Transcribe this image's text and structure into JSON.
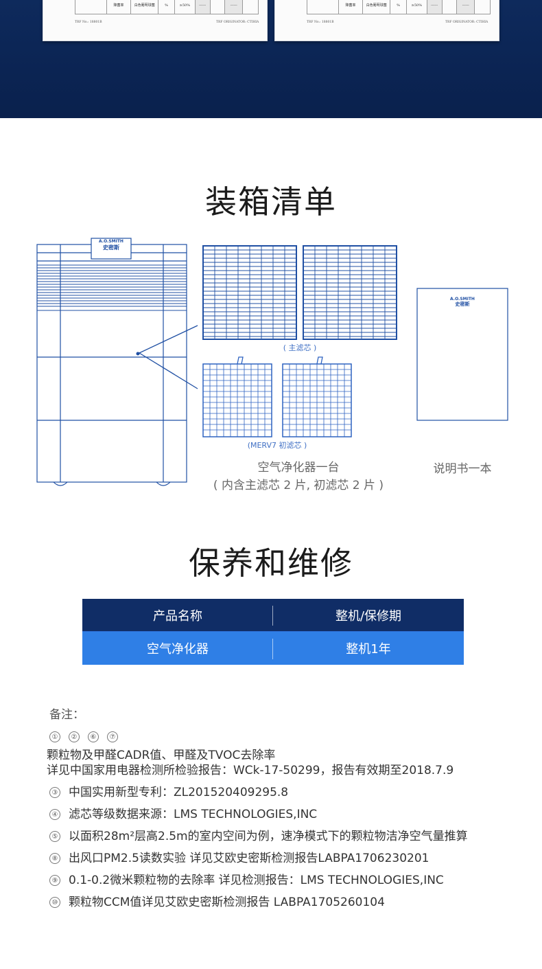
{
  "certificates": [
    {
      "cells": [
        "",
        "降菌率",
        "白色葡萄球菌",
        "%",
        "≥50%",
        "------",
        "",
        "------",
        ""
      ],
      "footer_left": "TRF No.: 18801B",
      "footer_right": "TRF ORIGINATOR: CTIHIA"
    },
    {
      "cells": [
        "",
        "降菌率",
        "白色葡萄球菌",
        "%",
        "≥50%",
        "------",
        "",
        "------",
        ""
      ],
      "footer_left": "TRF No.: 18801B",
      "footer_right": "TRF ORIGINATOR: CTIHIA"
    }
  ],
  "packing": {
    "title": "装箱清单",
    "brand_en": "A.O.SMITH",
    "brand_cn": "史密斯",
    "main_filter_caption": "( 主滤芯 )",
    "pre_filter_caption": "(MERV7 初滤芯 )",
    "purifier_label": "空气净化器一台",
    "purifier_sub": "( 内含主滤芯 2 片, 初滤芯 2 片 )",
    "manual_label": "说明书一本"
  },
  "maintenance": {
    "title": "保养和维修",
    "headers": [
      "产品名称",
      "整机/保修期"
    ],
    "rows": [
      [
        "空气净化器",
        "整机1年"
      ]
    ]
  },
  "notes": {
    "title": "备注：",
    "marks": [
      "①",
      "②",
      "⑥",
      "⑦"
    ],
    "line1": "颗粒物及甲醛CADR值、甲醛及TVOC去除率",
    "line2": "详见中国家用电器检测所检验报告：WCk-17-50299，报告有效期至2018.7.9",
    "items": [
      {
        "mark": "③",
        "text": "中国实用新型专利：ZL201520409295.8"
      },
      {
        "mark": "④",
        "text": "滤芯等级数据来源：LMS TECHNOLOGIES,INC"
      },
      {
        "mark": "⑤",
        "text": "以面积28m²层高2.5m的室内空间为例，速净模式下的颗粒物洁净空气量推算"
      },
      {
        "mark": "⑧",
        "text": "出风口PM2.5读数实验 详见艾欧史密斯检测报告LABPA1706230201"
      },
      {
        "mark": "⑨",
        "text": "0.1-0.2微米颗粒物的去除率 详见检测报告：LMS TECHNOLOGIES,INC"
      },
      {
        "mark": "⑩",
        "text": "颗粒物CCM值详见艾欧史密斯检测报告 LABPA1705260104"
      }
    ]
  }
}
